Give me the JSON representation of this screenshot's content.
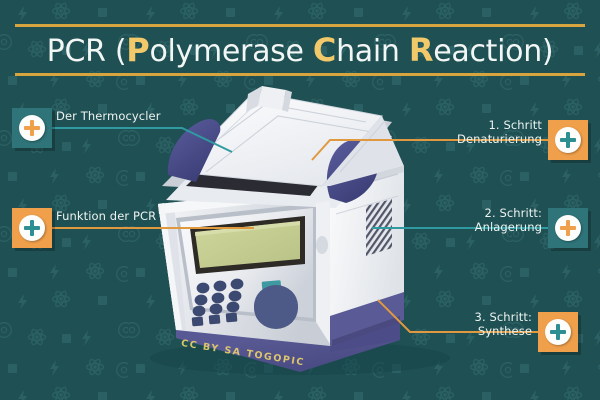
{
  "theme": {
    "background": "#1f5053",
    "rule_color": "#d8a43f",
    "title_color": "#f2f6f4",
    "title_highlight_color": "#f2c96a",
    "teal_box": "#2e7479",
    "orange_box": "#f0a04b",
    "teal_line": "#2f9ba0",
    "orange_line": "#e0993f",
    "label_text": "#eef3f1",
    "watermark_color": "#e8d06a"
  },
  "title": {
    "segments": [
      {
        "text": "PCR (",
        "highlight": false
      },
      {
        "text": "P",
        "highlight": true
      },
      {
        "text": "olymerase ",
        "highlight": false
      },
      {
        "text": "C",
        "highlight": true
      },
      {
        "text": "hain ",
        "highlight": false
      },
      {
        "text": "R",
        "highlight": true
      },
      {
        "text": "eaction)",
        "highlight": false
      }
    ],
    "plain": "PCR (Polymerase Chain Reaction)"
  },
  "hotspots": [
    {
      "id": "der-thermocycler",
      "label_line1": "Der Thermocycler",
      "label_line2": "",
      "side": "left",
      "box_color": "teal",
      "plus_color": "#f0a04b",
      "icon": "plus-icon",
      "line_color": "#2f9ba0"
    },
    {
      "id": "funktion-der-pcr",
      "label_line1": "Funktion der PCR",
      "label_line2": "",
      "side": "left",
      "box_color": "orange",
      "plus_color": "#2e8f92",
      "icon": "plus-icon",
      "line_color": "#e0993f"
    },
    {
      "id": "schritt-1-denaturierung",
      "label_line1": "1. Schritt",
      "label_line2": "Denaturierung",
      "side": "right",
      "box_color": "orange",
      "plus_color": "#2e8f92",
      "icon": "plus-icon",
      "line_color": "#e0993f"
    },
    {
      "id": "schritt-2-anlagerung",
      "label_line1": "2. Schritt:",
      "label_line2": "Anlagerung",
      "side": "right",
      "box_color": "teal",
      "plus_color": "#f0a04b",
      "icon": "plus-icon",
      "line_color": "#2f9ba0"
    },
    {
      "id": "schritt-3-synthese",
      "label_line1": "3. Schritt:",
      "label_line2": "Synthese",
      "side": "right",
      "box_color": "orange",
      "plus_color": "#2e8f92",
      "icon": "plus-icon",
      "line_color": "#e0993f"
    }
  ],
  "illustration": {
    "subject": "thermocycler-pcr-machine",
    "display_color": "#c4cc92",
    "keypad_button_color": "#3c4a72",
    "dial_color": "#4d5986",
    "lid_accent_color": "#4a4f8f",
    "base_color": "#5a5a96",
    "body_color": "#eceef1"
  },
  "watermark": {
    "text": "CC BY SA TOGOPIC"
  }
}
